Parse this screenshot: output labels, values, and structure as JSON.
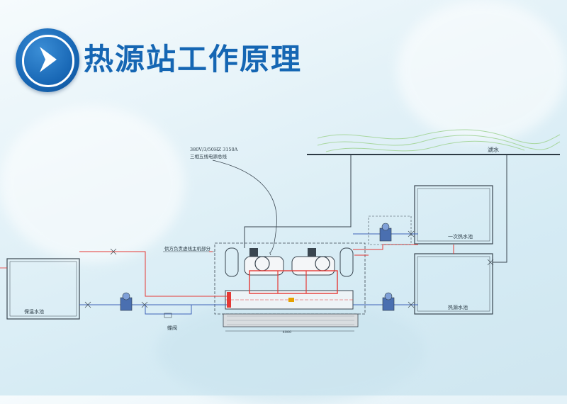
{
  "header": {
    "title": "热源站工作原理",
    "icon": "play-arrow-icon"
  },
  "diagram": {
    "power_note_line1": "380V/3/50HZ  3150A",
    "power_note_line2": "三相五线电源总线",
    "chiller_caption": "供方负责虚线主机部分",
    "lake_label": "湖水",
    "tank_left_label": "保温水池",
    "tank_primary_label": "一次热水池",
    "tank_source_label": "热源水池",
    "valve_label": "蝶阀",
    "base_dimension": "4000"
  },
  "colors": {
    "title": "#1566b3",
    "pipe_red": "#e53935",
    "pipe_blue": "#3f63b8",
    "line": "#3a4650",
    "wave": "#a9d7a0"
  }
}
